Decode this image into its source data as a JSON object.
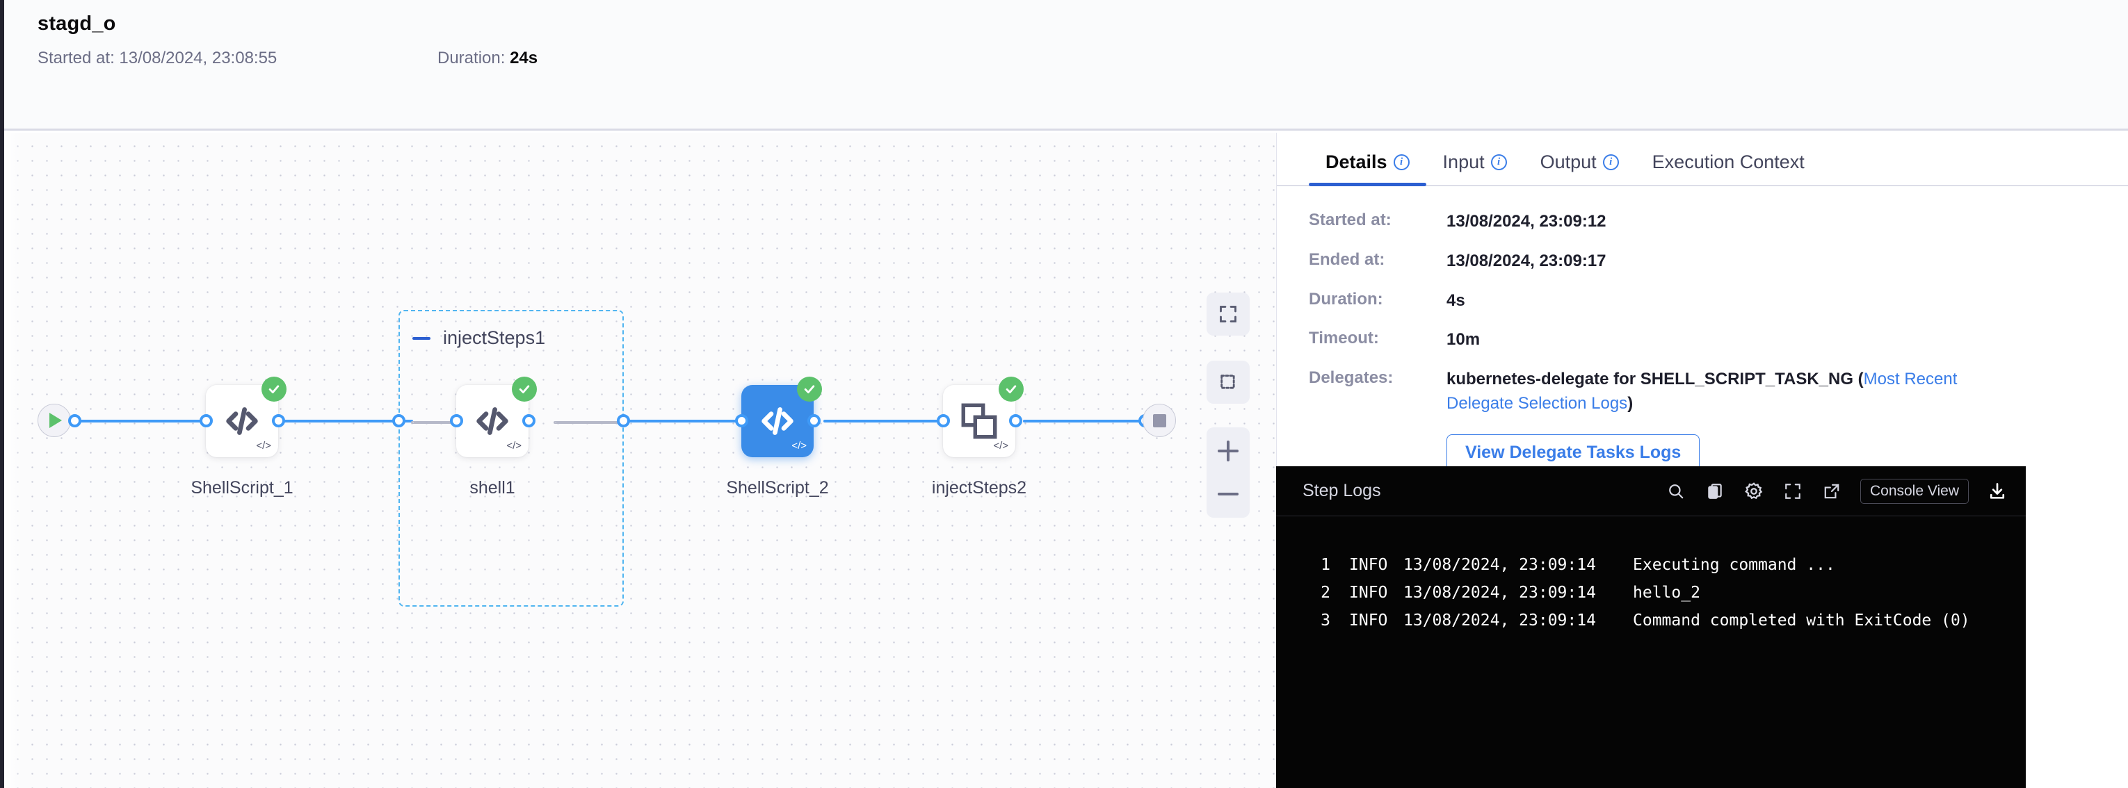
{
  "header": {
    "title": "stagd_o",
    "started_label": "Started at:",
    "started_value": "13/08/2024, 23:08:55",
    "duration_label": "Duration:",
    "duration_value": "24s"
  },
  "canvas": {
    "nodes": [
      {
        "id": "start",
        "type": "start",
        "label": "",
        "icon": "play-icon"
      },
      {
        "id": "shellscript1",
        "type": "step",
        "label": "ShellScript_1",
        "icon": "code-icon",
        "status": "success",
        "selected": false
      },
      {
        "id": "shell1",
        "type": "step",
        "label": "shell1",
        "icon": "code-icon",
        "status": "success",
        "selected": false
      },
      {
        "id": "shellscript2",
        "type": "step",
        "label": "ShellScript_2",
        "icon": "code-icon",
        "status": "success",
        "selected": true
      },
      {
        "id": "injectsteps2",
        "type": "step",
        "label": "injectSteps2",
        "icon": "step-group-icon",
        "status": "success",
        "selected": false
      },
      {
        "id": "end",
        "type": "end",
        "label": "",
        "icon": "stop-icon"
      }
    ],
    "group": {
      "label": "injectSteps1",
      "collapse_icon": "minus-icon"
    },
    "controls": [
      {
        "name": "fit-to-screen-button",
        "icon": "fit-screen-icon"
      },
      {
        "name": "selection-box-button",
        "icon": "dashed-square-icon"
      },
      {
        "name": "zoom-in-button",
        "icon": "plus-icon"
      },
      {
        "name": "zoom-out-button",
        "icon": "minus-icon"
      }
    ],
    "accent": "#3f9af7",
    "success_color": "#5cc16b",
    "selected_color": "#3a8ce8"
  },
  "right_panel": {
    "tabs": [
      {
        "label": "Details",
        "info": true,
        "active": true
      },
      {
        "label": "Input",
        "info": true,
        "active": false
      },
      {
        "label": "Output",
        "info": true,
        "active": false
      },
      {
        "label": "Execution Context",
        "info": false,
        "active": false
      }
    ],
    "details": [
      {
        "label": "Started at:",
        "value": "13/08/2024, 23:09:12"
      },
      {
        "label": "Ended at:",
        "value": "13/08/2024, 23:09:17"
      },
      {
        "label": "Duration:",
        "value": "4s"
      },
      {
        "label": "Timeout:",
        "value": "10m"
      }
    ],
    "delegates": {
      "label": "Delegates:",
      "value_prefix": "kubernetes-delegate for SHELL_SCRIPT_TASK_NG (",
      "link_text": "Most Recent Delegate Selection Logs",
      "value_suffix": ")",
      "button_label": "View Delegate Tasks Logs"
    }
  },
  "logs": {
    "title": "Step Logs",
    "actions": [
      {
        "name": "search-icon"
      },
      {
        "name": "copy-icon"
      },
      {
        "name": "gear-icon"
      },
      {
        "name": "fullscreen-icon"
      },
      {
        "name": "open-external-icon"
      }
    ],
    "console_view_label": "Console View",
    "download_icon": "download-icon",
    "lines": [
      {
        "no": "1",
        "level": "INFO",
        "ts": "13/08/2024, 23:09:14",
        "msg": "Executing command ..."
      },
      {
        "no": "2",
        "level": "INFO",
        "ts": "13/08/2024, 23:09:14",
        "msg": "hello_2"
      },
      {
        "no": "3",
        "level": "INFO",
        "ts": "13/08/2024, 23:09:14",
        "msg": "Command completed with ExitCode (0)"
      }
    ]
  }
}
